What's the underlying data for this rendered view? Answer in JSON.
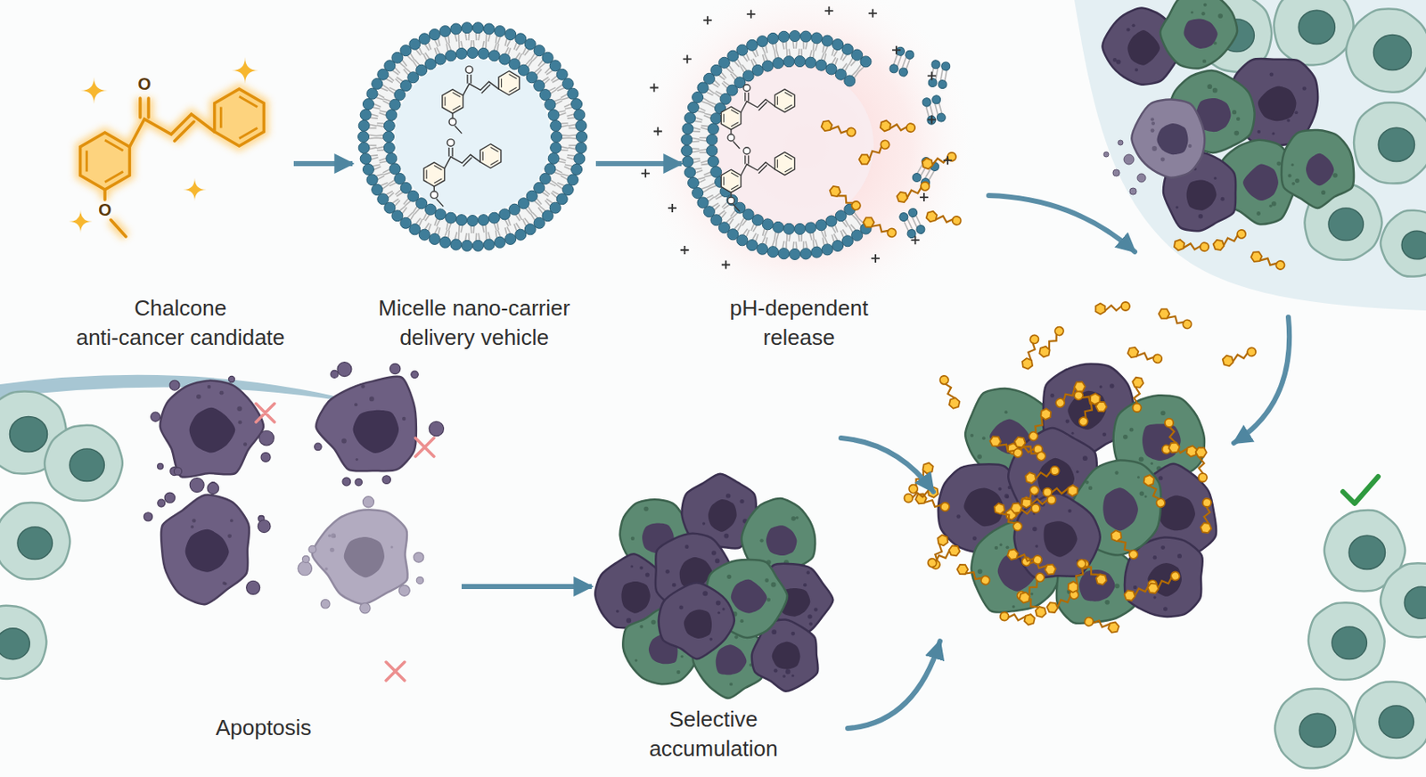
{
  "diagram": {
    "nodes": [
      {
        "text": [
          "Chalcone anti-cancer candidate"
        ]
      },
      {
        "text": [
          "Micelle nano-carrier delivery vehicle"
        ]
      },
      {
        "text": [
          "pH-dependent release"
        ]
      },
      {
        "text": [
          "Apoptosis"
        ]
      },
      {
        "text": [
          "Selective accumulation"
        ]
      }
    ],
    "edges": [
      {
        "from": 0,
        "to": 1,
        "arrow": "to"
      },
      {
        "from": 1,
        "to": 2,
        "arrow": "to"
      },
      {
        "from": 3,
        "to": 4,
        "arrow": "to"
      }
    ],
    "labels": [
      "O",
      "O"
    ]
  }
}
